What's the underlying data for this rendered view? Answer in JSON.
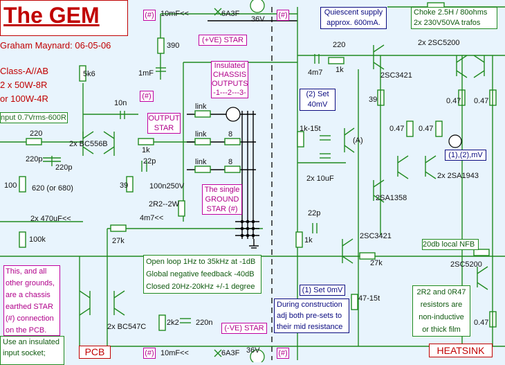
{
  "title": "The GEM",
  "author_date": "Graham Maynard: 06-05-06",
  "left_specs": {
    "class": "Class-A//AB",
    "power_8r": "2 x 50W-8R",
    "power_4r": "or 100W-4R",
    "input": "nput 0.7Vrms-600R"
  },
  "tags": {
    "star": "(#)"
  },
  "labels": {
    "pos_star": "(+VE) STAR",
    "neg_star": "(-VE) STAR",
    "chassis": [
      "Insulated",
      "CHASSIS",
      "OUTPUTS",
      "-1---2---3-"
    ],
    "output_star": [
      "OUTPUT",
      "STAR"
    ],
    "ground_star": [
      "The single",
      "GROUND",
      "STAR (#)"
    ],
    "pcb": "PCB",
    "heatsink": "HEATSINK",
    "nfb": "20db local NFB",
    "set_0mv": "(1) Set 0mV",
    "meter_mv": "(1),(2),mV"
  },
  "components": {
    "cap_10mf_top": "10mF<<",
    "fuse_top": "6A3F",
    "v36_top": "36V",
    "r390": "390",
    "c1mf": "1mF",
    "r5k6": "5k6",
    "c10n": "10n",
    "link": "link",
    "r8": "8",
    "r220_in": "220",
    "q_bc556b": "2x BC556B",
    "c220p": "220p",
    "r100": "100",
    "r620": "620 (or 680)",
    "c470uf": "2x 470uF<<",
    "r100k": "100k",
    "r1k": "1k",
    "c22p": "22p",
    "r39": "39",
    "c100n": "100n250V",
    "r2r2": "2R2--2W",
    "l4m7": "4m7<<",
    "r27k": "27k",
    "q_bc547c": "2x BC547C",
    "r2k2": "2k2",
    "c220n": "220n",
    "r220_hs": "220",
    "q_2sc5200_pair": "2x 2SC5200",
    "c4m7": "4m7",
    "q_2sc3421": "2SC3421",
    "r047": "0.47",
    "p1k15t": "1k-15t",
    "point_a": "(A)",
    "c10uf": "2x 10uF",
    "q_2sa1943": "2x 2SA1943",
    "q_2sa1358": "2SA1358",
    "q_2sc5200": "2SC5200",
    "p47_15t": "47-15t"
  },
  "notes": {
    "grounds": [
      "This, and all",
      "other grounds,",
      "are a chassis",
      "earthed STAR",
      "(#) connection",
      "on the PCB."
    ],
    "socket": [
      "Use an insulated",
      "input socket;"
    ],
    "loop": [
      "Open loop 1Hz to 35kHz at -1dB",
      "Global negative feedback -40dB",
      "Closed 20Hz-20kHz +/-1 degree"
    ],
    "quiescent": [
      "Quiescent supply",
      "approx. 600mA."
    ],
    "choke": [
      "Choke 2.5H / 80ohms",
      "2x 230V50VA trafos"
    ],
    "set40": [
      "(2) Set",
      "40mV"
    ],
    "construction": [
      "During construction",
      "adj both pre-sets to",
      "their mid resistance"
    ],
    "resistors": [
      "2R2 and 0R47",
      "resistors are",
      "non-inductive",
      "or thick film"
    ]
  }
}
